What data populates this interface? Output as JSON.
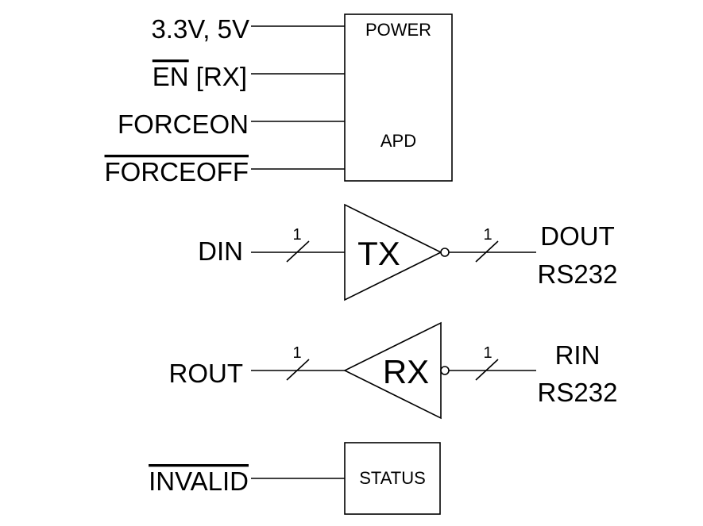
{
  "power_block": {
    "title": "POWER",
    "subtitle": "APD",
    "inputs": [
      {
        "label": "3.3V, 5V",
        "overline": ""
      },
      {
        "label": " [RX]",
        "overline": "EN"
      },
      {
        "label": "FORCEON",
        "overline": ""
      },
      {
        "label": "",
        "overline": "FORCEOFF"
      }
    ]
  },
  "tx": {
    "gate_label": "TX",
    "input_label": "DIN",
    "output_label_1": "DOUT",
    "output_label_2": "RS232",
    "bus_in": "1",
    "bus_out": "1"
  },
  "rx": {
    "gate_label": "RX",
    "output_label": "ROUT",
    "input_label_1": "RIN",
    "input_label_2": "RS232",
    "bus_in": "1",
    "bus_out": "1"
  },
  "status_block": {
    "title": "STATUS",
    "signal_overline": "INVALID"
  }
}
